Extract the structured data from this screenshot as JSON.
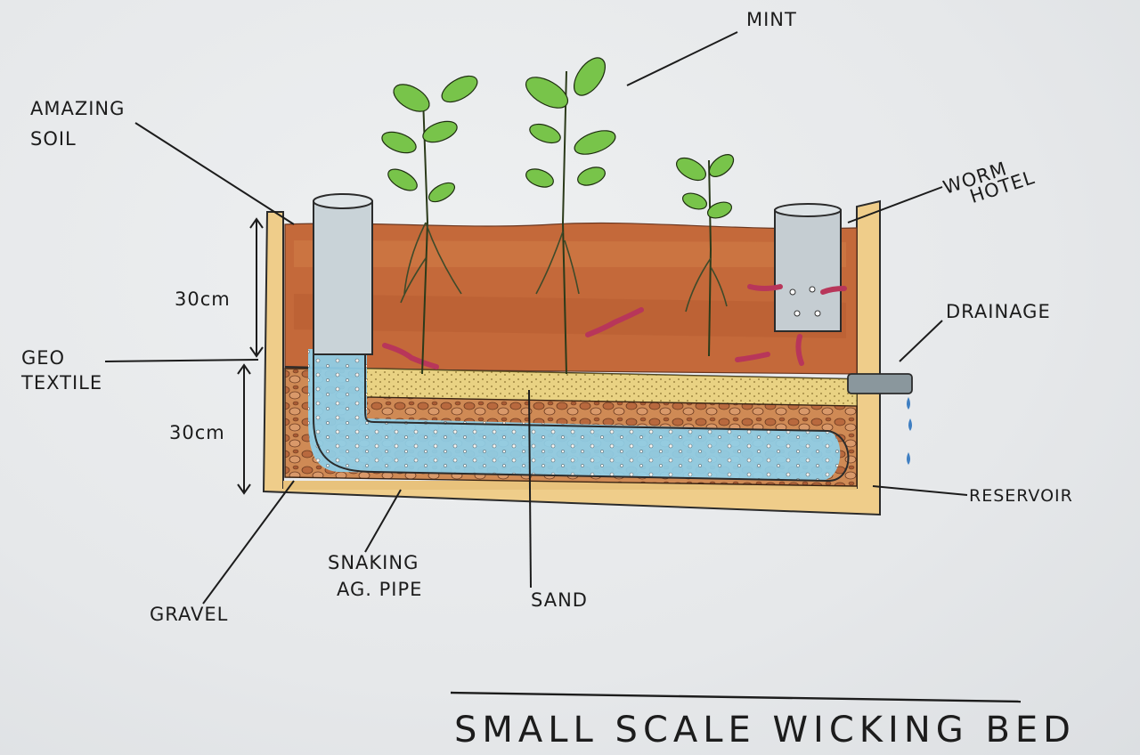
{
  "labels": {
    "mint": "MINT",
    "amazing_soil_1": "AMAZING",
    "amazing_soil_2": "SOIL",
    "worm_hotel_1": "WORM",
    "worm_hotel_2": "HOTEL",
    "dim_top": "30cm",
    "dim_bottom": "30cm",
    "geotextile_1": "GEO",
    "geotextile_2": "TEXTILE",
    "drainage": "DRAINAGE",
    "reservoir": "RESERVOIR",
    "snaking_1": "SNAKING",
    "snaking_2": "AG. PIPE",
    "gravel": "GRAVEL",
    "sand": "SAND"
  },
  "title": "SMALL SCALE WICKING BED",
  "colors": {
    "paper": "#e9ebec",
    "soil": "#c4693a",
    "sand": "#e7cf79",
    "gravel": "#c98150",
    "water": "#8fcde6",
    "leaf": "#78c44a",
    "worm": "#b8365a",
    "timber": "#efcd8a",
    "pipe": "#c5cdd2",
    "ink": "#1c1c1c"
  }
}
